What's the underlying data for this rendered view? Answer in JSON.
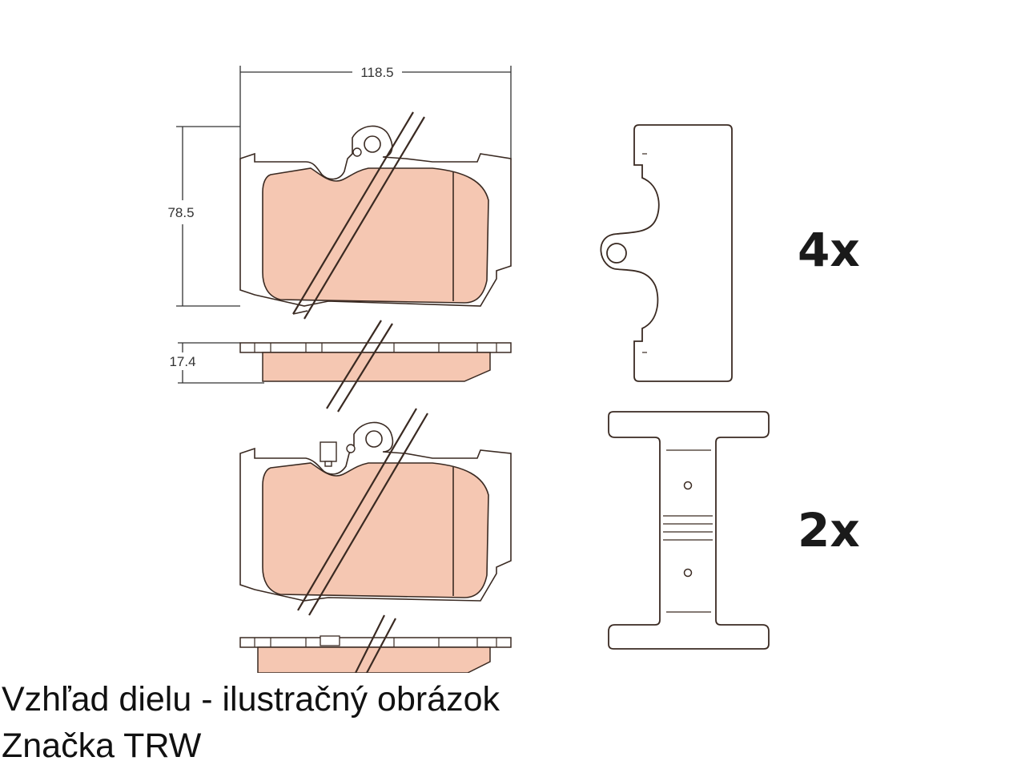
{
  "dimensions": {
    "width": "118.5",
    "height": "78.5",
    "thickness": "17.4"
  },
  "quantities": {
    "spring_clip": "4x",
    "anti_squeal_shim": "2x"
  },
  "caption": {
    "line1": "Vzhľad dielu - ilustračný obrázok",
    "line2": "Značka TRW"
  },
  "colors": {
    "outline": "#3a2a22",
    "friction_material": "#f5c7b2",
    "dimension_line": "#333333"
  }
}
